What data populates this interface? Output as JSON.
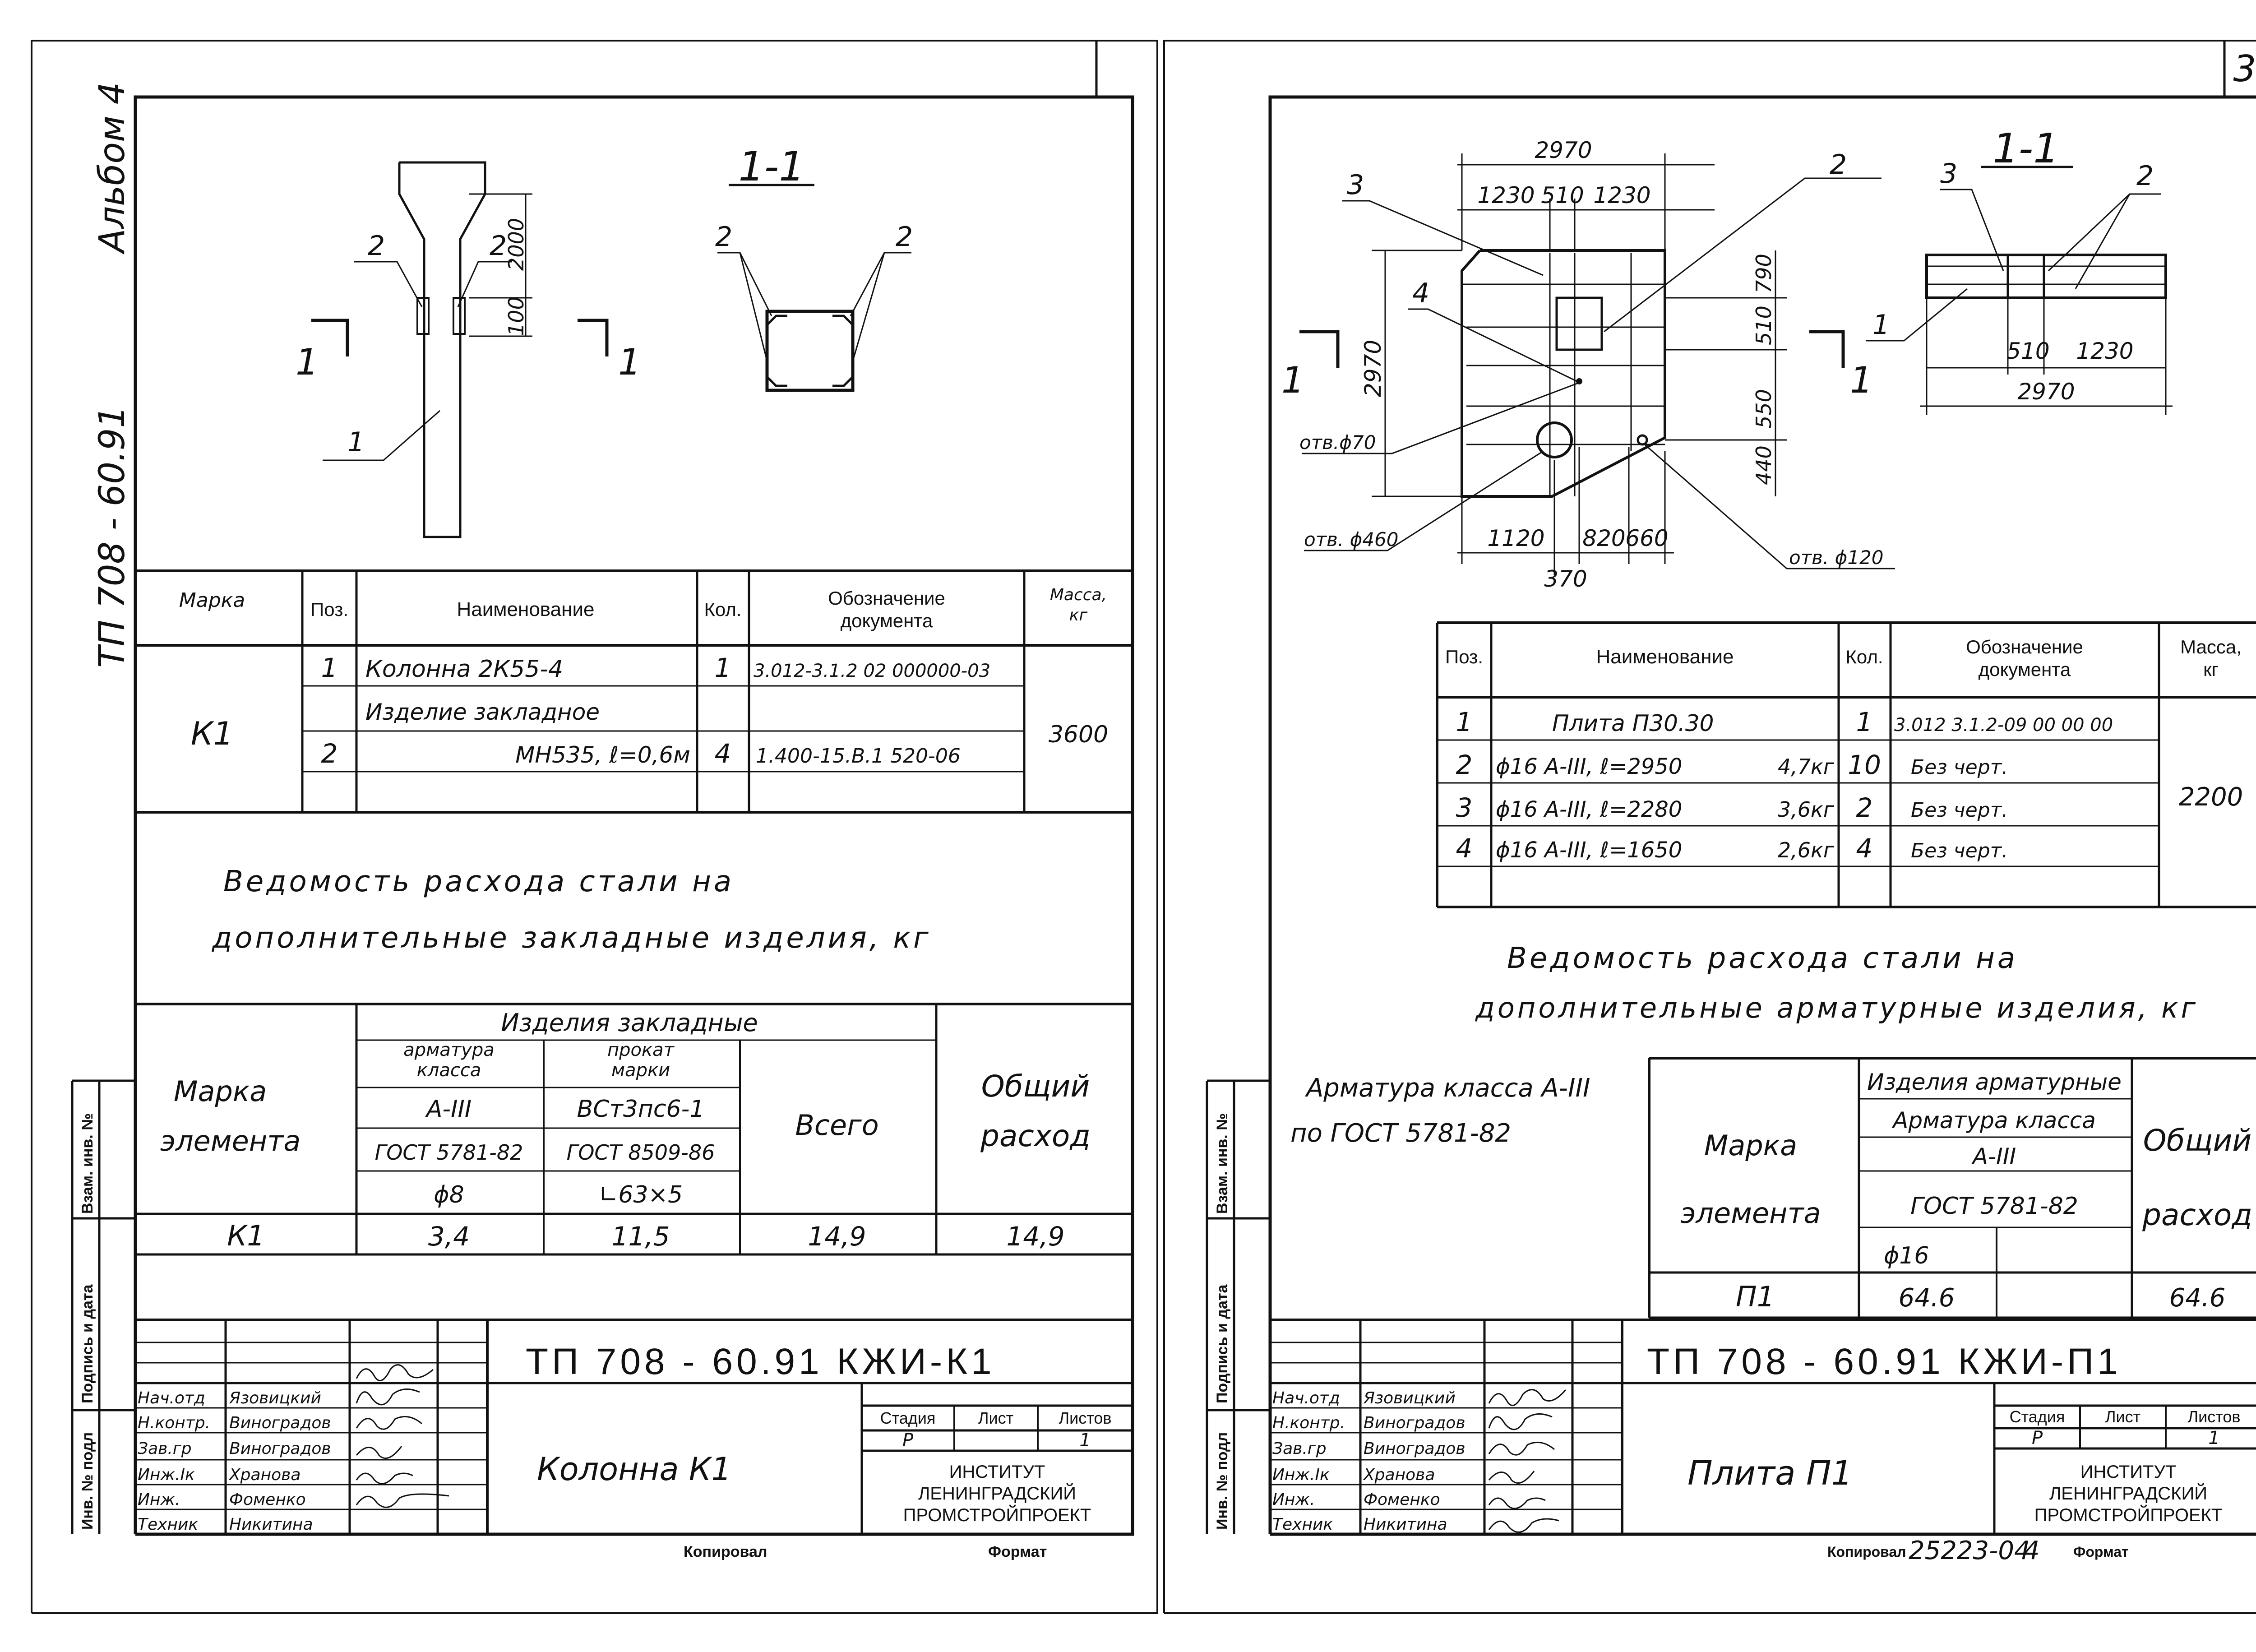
{
  "left": {
    "album": "Альбом 4",
    "code_vertical": "ТП 708 - 60.91",
    "section_label": "1-1",
    "section_marks": [
      "1",
      "1"
    ],
    "pos_labels": {
      "p1": "1",
      "p2a": "2",
      "p2b": "2",
      "sec_a": "2",
      "sec_b": "2"
    },
    "dims": [
      "2000",
      "100"
    ],
    "spec_headers": {
      "marka": "Марка",
      "poz": "Поз.",
      "name": "Наименование",
      "kol": "Кол.",
      "doc": [
        "Обозначение",
        "документа"
      ],
      "mass": [
        "Масса,",
        "кг"
      ]
    },
    "spec": {
      "marka": "К1",
      "mass": "3600",
      "rows": [
        {
          "poz": "1",
          "name": "Колонна 2К55-4",
          "kol": "1",
          "doc": "3.012-3.1.2 02 000000-03"
        },
        {
          "poz": "",
          "name": "Изделие закладное",
          "kol": "",
          "doc": ""
        },
        {
          "poz": "2",
          "name": "МН535, ℓ=0,6м",
          "kol": "4",
          "doc": "1.400-15.В.1 520-06"
        }
      ]
    },
    "steel_title": [
      "Ведомость расхода стали на",
      "дополнительные закладные изделия, кг"
    ],
    "steel": {
      "h_marka": [
        "Марка",
        "элемента"
      ],
      "h_group": "Изделия закладные",
      "h_arm": [
        "арматура",
        "класса"
      ],
      "h_prok": [
        "прокат",
        "марки"
      ],
      "arm_class": "А-III",
      "prok_mark": "ВСт3пс6-1",
      "arm_gost": "ГОСТ 5781-82",
      "prok_gost": "ГОСТ 8509-86",
      "arm_dia": "ϕ8",
      "prok_prof": "∟63×5",
      "h_total": "Всего",
      "h_common": [
        "Общий",
        "расход"
      ],
      "row": {
        "marka": "К1",
        "arm": "3,4",
        "prok": "11,5",
        "total": "14,9",
        "common": "14,9"
      }
    },
    "title_block": {
      "code": "ТП 708 - 60.91 КЖИ-К1",
      "name": "Колонна К1",
      "stadia_h": "Стадия",
      "list_h": "Лист",
      "listov_h": "Листов",
      "stadia": "Р",
      "listov": "1",
      "institute": [
        "ИНСТИТУТ",
        "ЛЕНИНГРАДСКИЙ",
        "ПРОМСТРОЙПРОЕКТ"
      ],
      "staff": [
        [
          "Нач.отд",
          "Язовицкий"
        ],
        [
          "Н.контр.",
          "Виноградов"
        ],
        [
          "Зав.гр",
          "Виноградов"
        ],
        [
          "Инж.Iк",
          "Хранова"
        ],
        [
          "Инж.",
          "Фоменко"
        ],
        [
          "Техник",
          "Никитина"
        ]
      ],
      "margin": [
        "Взам. инв. №",
        "Подпись и дата",
        "Инв. № подл"
      ],
      "kopiroval": "Копировал",
      "format": "Формат"
    }
  },
  "right": {
    "page_no": "3",
    "plan_dims": {
      "top_total": "2970",
      "top_parts": [
        "1230",
        "510",
        "1230"
      ],
      "left_total": "2970",
      "right_parts": [
        "790",
        "510",
        "550",
        "440"
      ],
      "bottom": [
        "1120",
        "820",
        "660"
      ],
      "bottom2": "370"
    },
    "labels": {
      "p3": "3",
      "p2": "2",
      "p4": "4",
      "hole70": "отв.ϕ70",
      "hole460": "отв. ϕ460",
      "hole120": "отв. ϕ120",
      "section_marks": [
        "1",
        "1"
      ]
    },
    "section": {
      "title": "1-1",
      "p3": "3",
      "p2": "2",
      "p1": "1",
      "dims": [
        "510",
        "1230"
      ],
      "total": "2970"
    },
    "spec_headers": {
      "poz": "Поз.",
      "name": "Наименование",
      "kol": "Кол.",
      "doc": [
        "Обозначение",
        "документа"
      ],
      "mass": [
        "Масса,",
        "кг"
      ]
    },
    "spec": {
      "mass": "2200",
      "rows": [
        {
          "poz": "1",
          "name": "Плита П30.30",
          "w": "",
          "kol": "1",
          "doc": "3.012 3.1.2-09 00 00 00"
        },
        {
          "poz": "2",
          "name": "ϕ16 А-III, ℓ=2950",
          "w": "4,7кг",
          "kol": "10",
          "doc": "Без черт."
        },
        {
          "poz": "3",
          "name": "ϕ16 А-III, ℓ=2280",
          "w": "3,6кг",
          "kol": "2",
          "doc": "Без черт."
        },
        {
          "poz": "4",
          "name": "ϕ16 А-III, ℓ=1650",
          "w": "2,6кг",
          "kol": "4",
          "doc": "Без черт."
        }
      ]
    },
    "steel_title": [
      "Ведомость расхода стали на",
      "дополнительные арматурные изделия, кг"
    ],
    "note": [
      "Арматура класса А-III",
      "по ГОСТ 5781-82"
    ],
    "steel": {
      "h_marka": [
        "Марка",
        "элемента"
      ],
      "h_group": "Изделия арматурные",
      "h_arm": "Арматура класса",
      "arm_class": "А-III",
      "arm_gost": "ГОСТ 5781-82",
      "arm_dia": "ϕ16",
      "h_common": [
        "Общий",
        "расход"
      ],
      "row": {
        "marka": "П1",
        "arm": "64.6",
        "common": "64.6"
      }
    },
    "title_block": {
      "code": "ТП 708 - 60.91 КЖИ-П1",
      "name": "Плита П1",
      "stadia_h": "Стадия",
      "list_h": "Лист",
      "listov_h": "Листов",
      "stadia": "Р",
      "listov": "1",
      "institute": [
        "ИНСТИТУТ",
        "ЛЕНИНГРАДСКИЙ",
        "ПРОМСТРОЙПРОЕКТ"
      ],
      "staff": [
        [
          "Нач.отд",
          "Язовицкий"
        ],
        [
          "Н.контр.",
          "Виноградов"
        ],
        [
          "Зав.гр",
          "Виноградов"
        ],
        [
          "Инж.Iк",
          "Хранова"
        ],
        [
          "Инж.",
          "Фоменко"
        ],
        [
          "Техник",
          "Никитина"
        ]
      ],
      "margin": [
        "Взам. инв. №",
        "Подпись и дата",
        "Инв. № подл"
      ],
      "kopiroval": "Копировал",
      "order": "25223-04",
      "order_no": "4",
      "format": "Формат"
    }
  }
}
